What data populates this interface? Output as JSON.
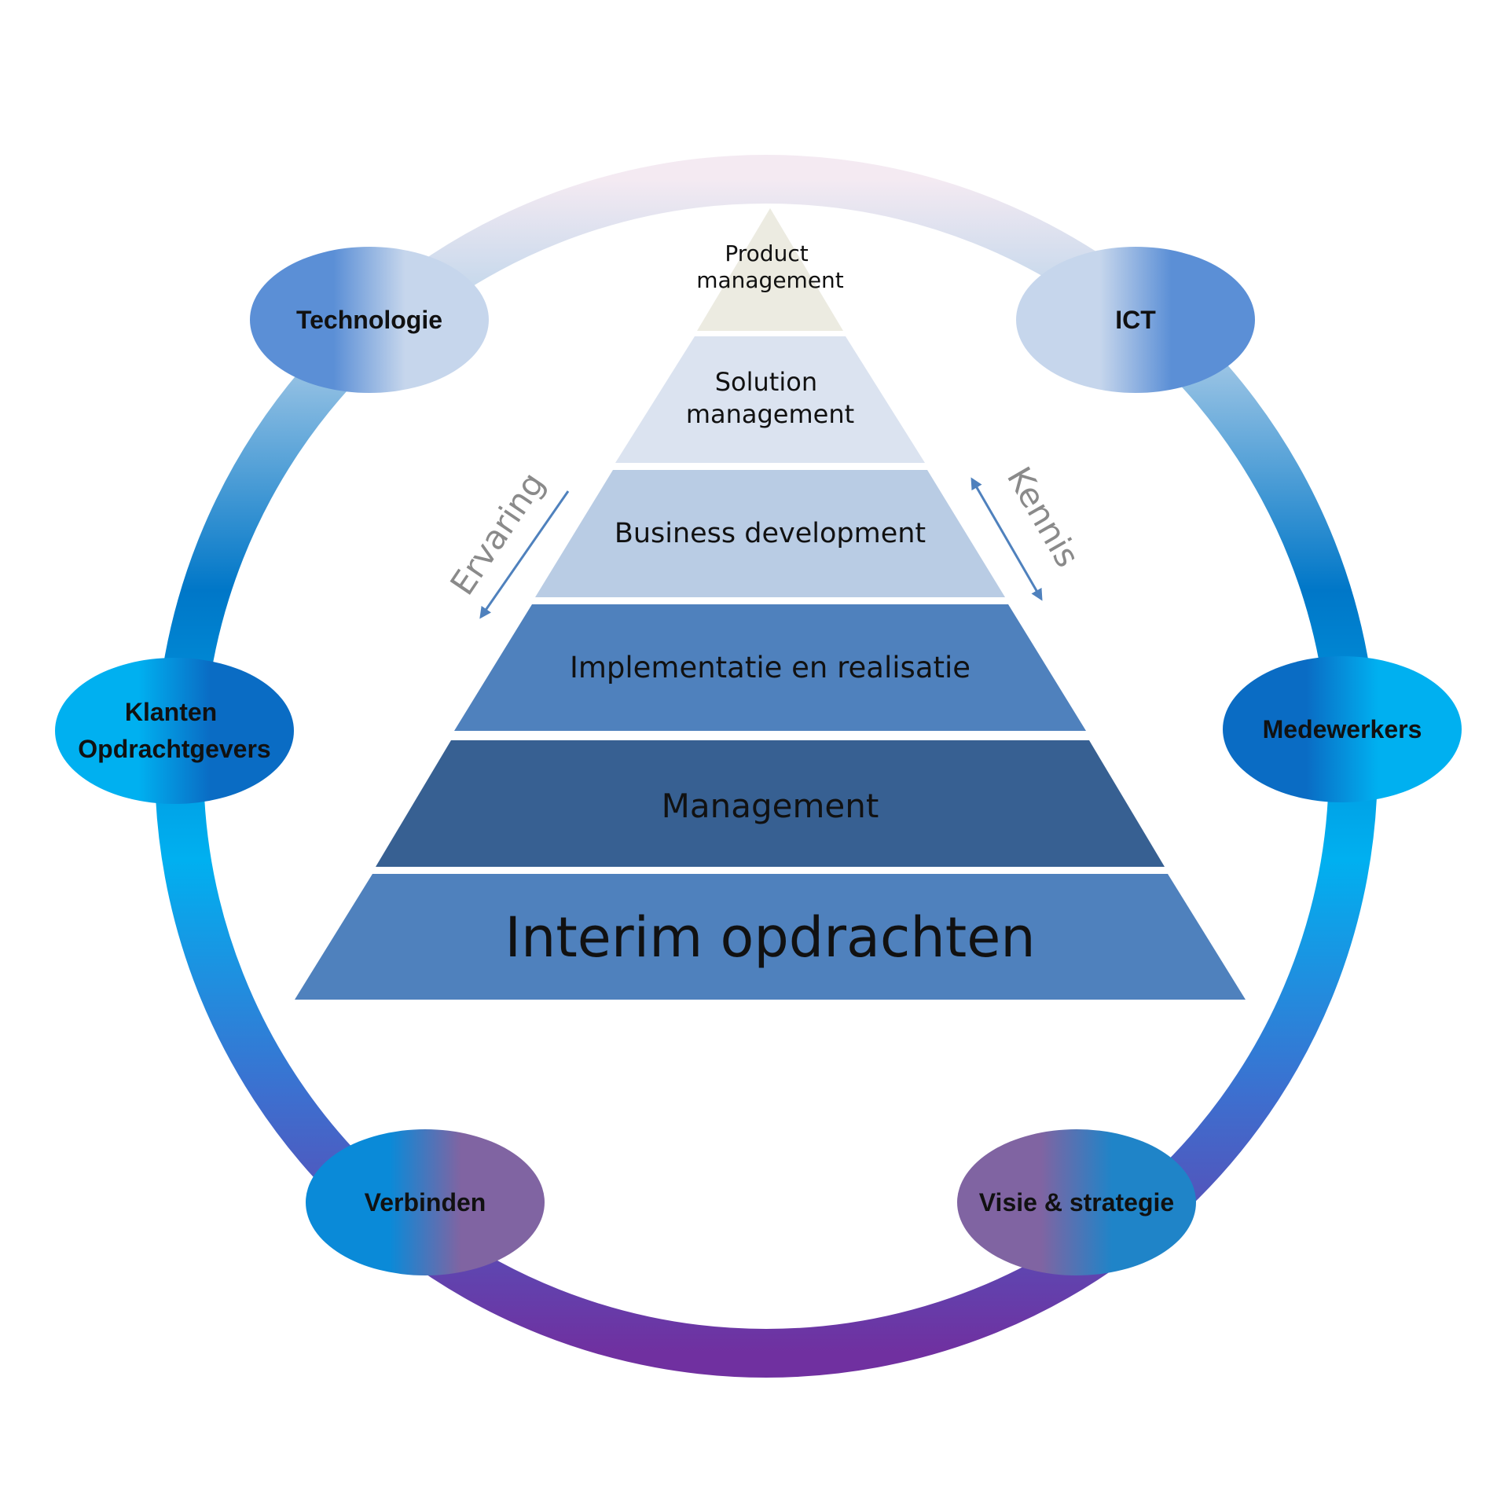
{
  "diagram": {
    "pyramid": {
      "tiers": [
        {
          "id": "product-management",
          "lines": [
            "Product",
            "management"
          ],
          "color": "#ecebe1"
        },
        {
          "id": "solution-management",
          "lines": [
            "Solution",
            "management"
          ],
          "color": "#dbe3f0"
        },
        {
          "id": "business-development",
          "lines": [
            "Business development"
          ],
          "color": "#b9cce4"
        },
        {
          "id": "implementatie",
          "lines": [
            "Implementatie en realisatie"
          ],
          "color": "#4f81bd"
        },
        {
          "id": "management",
          "lines": [
            "Management"
          ],
          "color": "#376092"
        },
        {
          "id": "interim",
          "lines": [
            "Interim opdrachten"
          ],
          "color": "#4f81bd"
        }
      ]
    },
    "arrows": {
      "left": {
        "label": "Ervaring",
        "color": "#4f81bd"
      },
      "right": {
        "label": "Kennis",
        "color": "#4f81bd"
      }
    },
    "ring": {
      "gradient_colors": [
        "#f4eaf2",
        "#b9d3ea",
        "#0077c8",
        "#00b0f0",
        "#3d6fcf",
        "#7030a0"
      ]
    },
    "nodes": [
      {
        "id": "technologie",
        "lines": [
          "Technologie"
        ],
        "colors": [
          "#5b8fd6",
          "#c6d6ec"
        ]
      },
      {
        "id": "ict",
        "lines": [
          "ICT"
        ],
        "colors": [
          "#c6d6ec",
          "#5b8fd6"
        ]
      },
      {
        "id": "klanten",
        "lines": [
          "Klanten",
          "Opdrachtgevers"
        ],
        "colors": [
          "#00b0f0",
          "#0a6cc4"
        ]
      },
      {
        "id": "medewerkers",
        "lines": [
          "Medewerkers"
        ],
        "colors": [
          "#0a6cc4",
          "#00b0f0"
        ]
      },
      {
        "id": "verbinden",
        "lines": [
          "Verbinden"
        ],
        "colors": [
          "#0a8ad8",
          "#8064a2"
        ]
      },
      {
        "id": "visie",
        "lines": [
          "Visie & strategie"
        ],
        "colors": [
          "#8064a2",
          "#1f84c8"
        ]
      }
    ]
  }
}
